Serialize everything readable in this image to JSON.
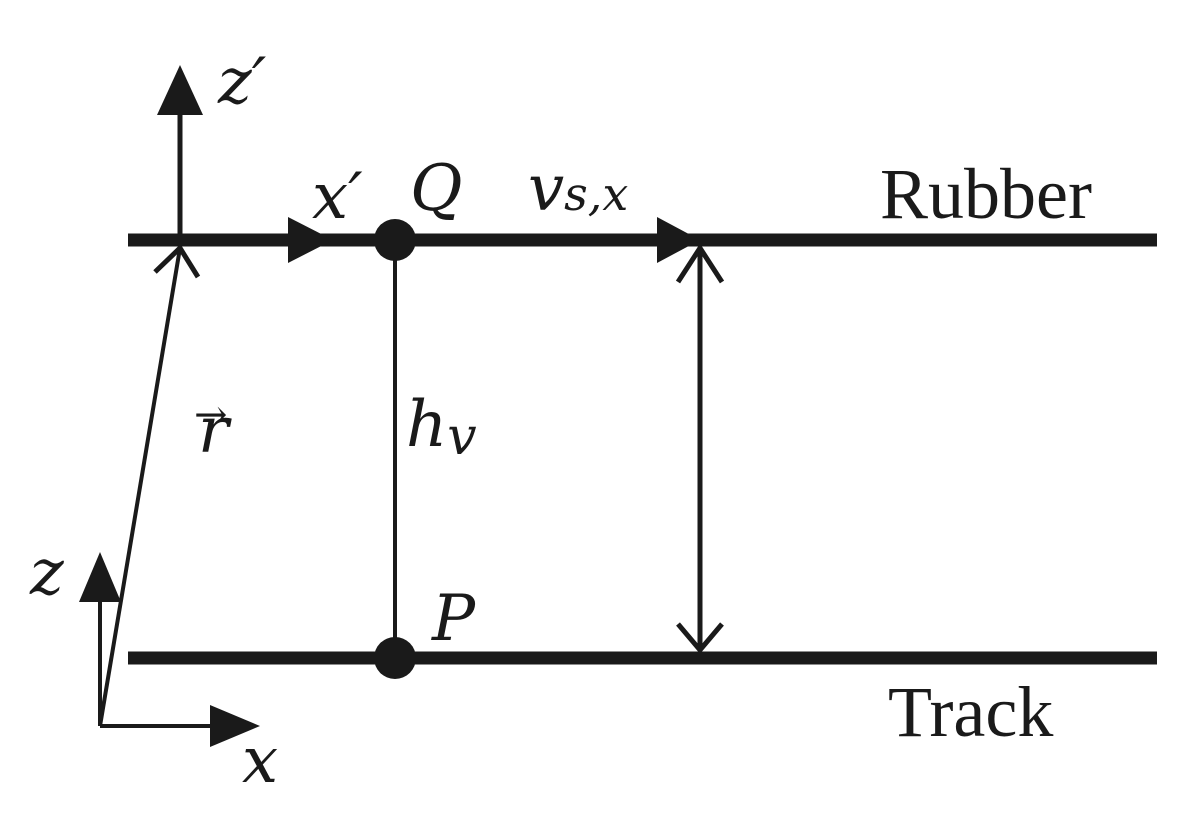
{
  "labels": {
    "z_prime": "z′",
    "x_prime": "x′",
    "Q": "Q",
    "v": "v",
    "v_sub": "s,x",
    "rubber": "Rubber",
    "r": "r",
    "r_arrow": "→",
    "h": "h",
    "h_sub": "v",
    "z": "z",
    "P": "P",
    "track": "Track",
    "x": "x"
  },
  "colors": {
    "ink": "#1a1a1a",
    "background": "#ffffff"
  }
}
